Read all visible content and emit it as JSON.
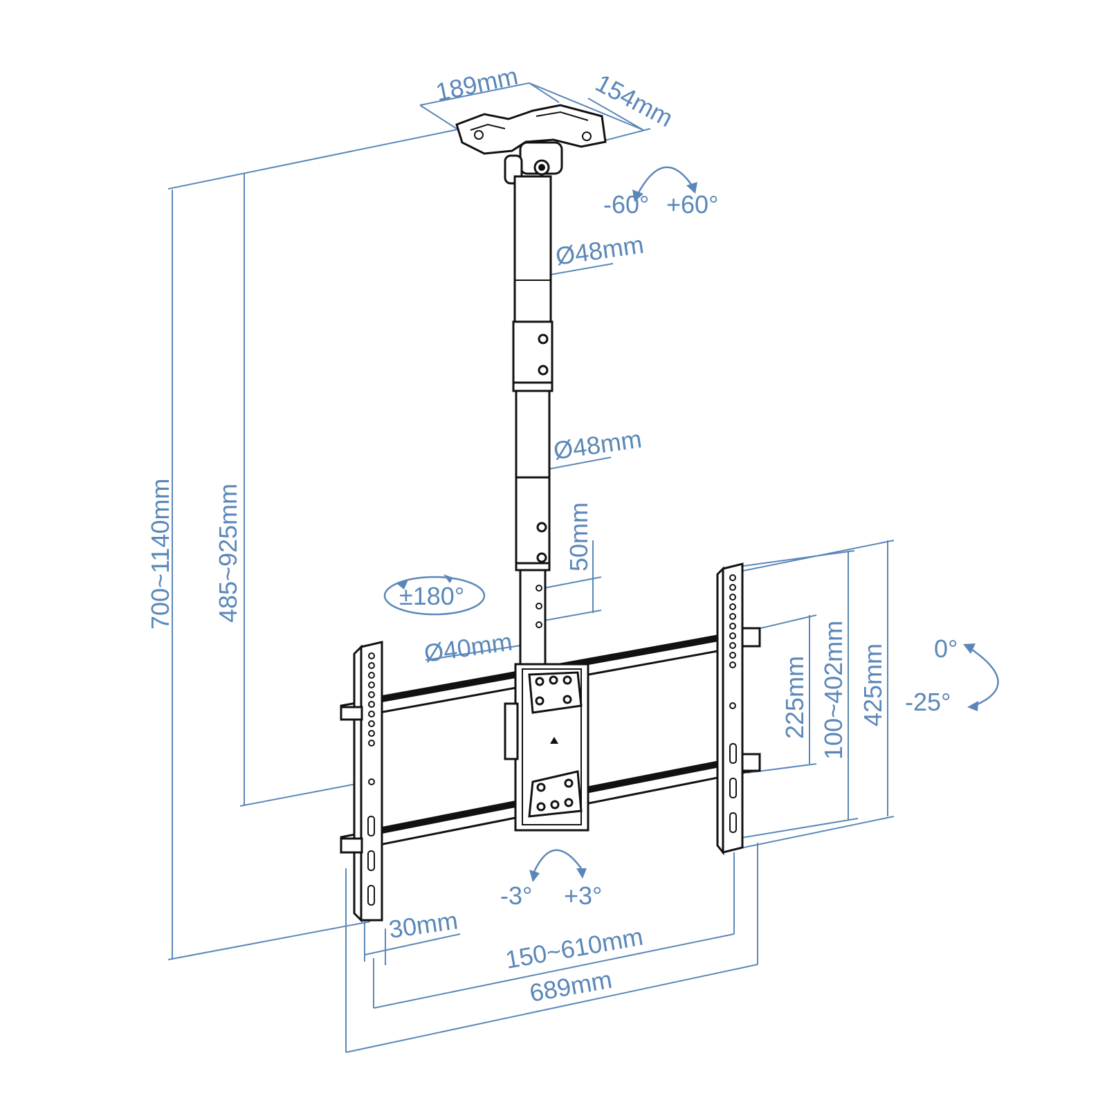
{
  "colors": {
    "dimension": "#5a87b8",
    "outline": "#111111",
    "background": "#ffffff"
  },
  "dimensions": {
    "plate_width": "189mm",
    "plate_depth": "154mm",
    "swivel_left": "-60°",
    "swivel_right": "+60°",
    "upper_pole_diameter": "Ø48mm",
    "middle_pole_diameter": "Ø48mm",
    "lower_pole_diameter": "Ø40mm",
    "hole_spacing": "50mm",
    "rotation": "±180°",
    "total_height": "700~1140mm",
    "pole_height": "485~925mm",
    "tilt_top": "0°",
    "tilt_bottom": "-25°",
    "vesa_height_inner": "225mm",
    "vesa_height_range": "100~402mm",
    "bracket_height": "425mm",
    "level_left": "-3°",
    "level_right": "+3°",
    "arm_width": "30mm",
    "vesa_width_range": "150~610mm",
    "total_width": "689mm"
  }
}
